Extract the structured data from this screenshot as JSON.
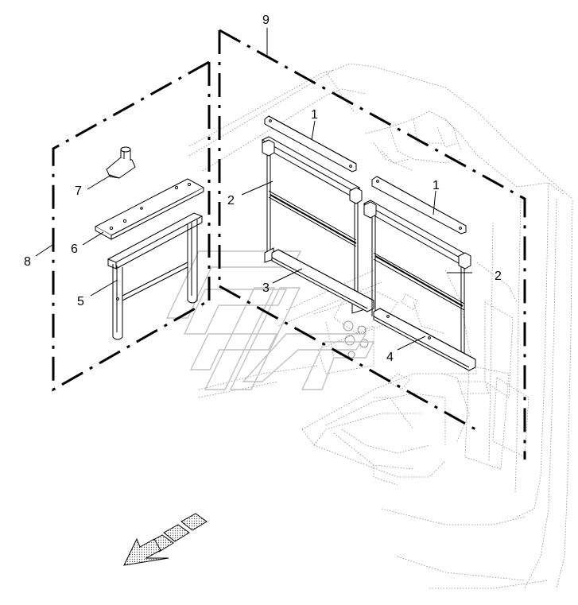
{
  "callouts": {
    "c1a": "1",
    "c1b": "1",
    "c2a": "2",
    "c2b": "2",
    "c3": "3",
    "c4": "4",
    "c5": "5",
    "c6": "6",
    "c7": "7",
    "c8": "8",
    "c9": "9"
  },
  "colors": {
    "line": "#000000",
    "faint": "#7a7a7a",
    "dotted": "#555555",
    "watermark": "#bdbdbd",
    "arrow_fill": "#d9d9d9"
  }
}
